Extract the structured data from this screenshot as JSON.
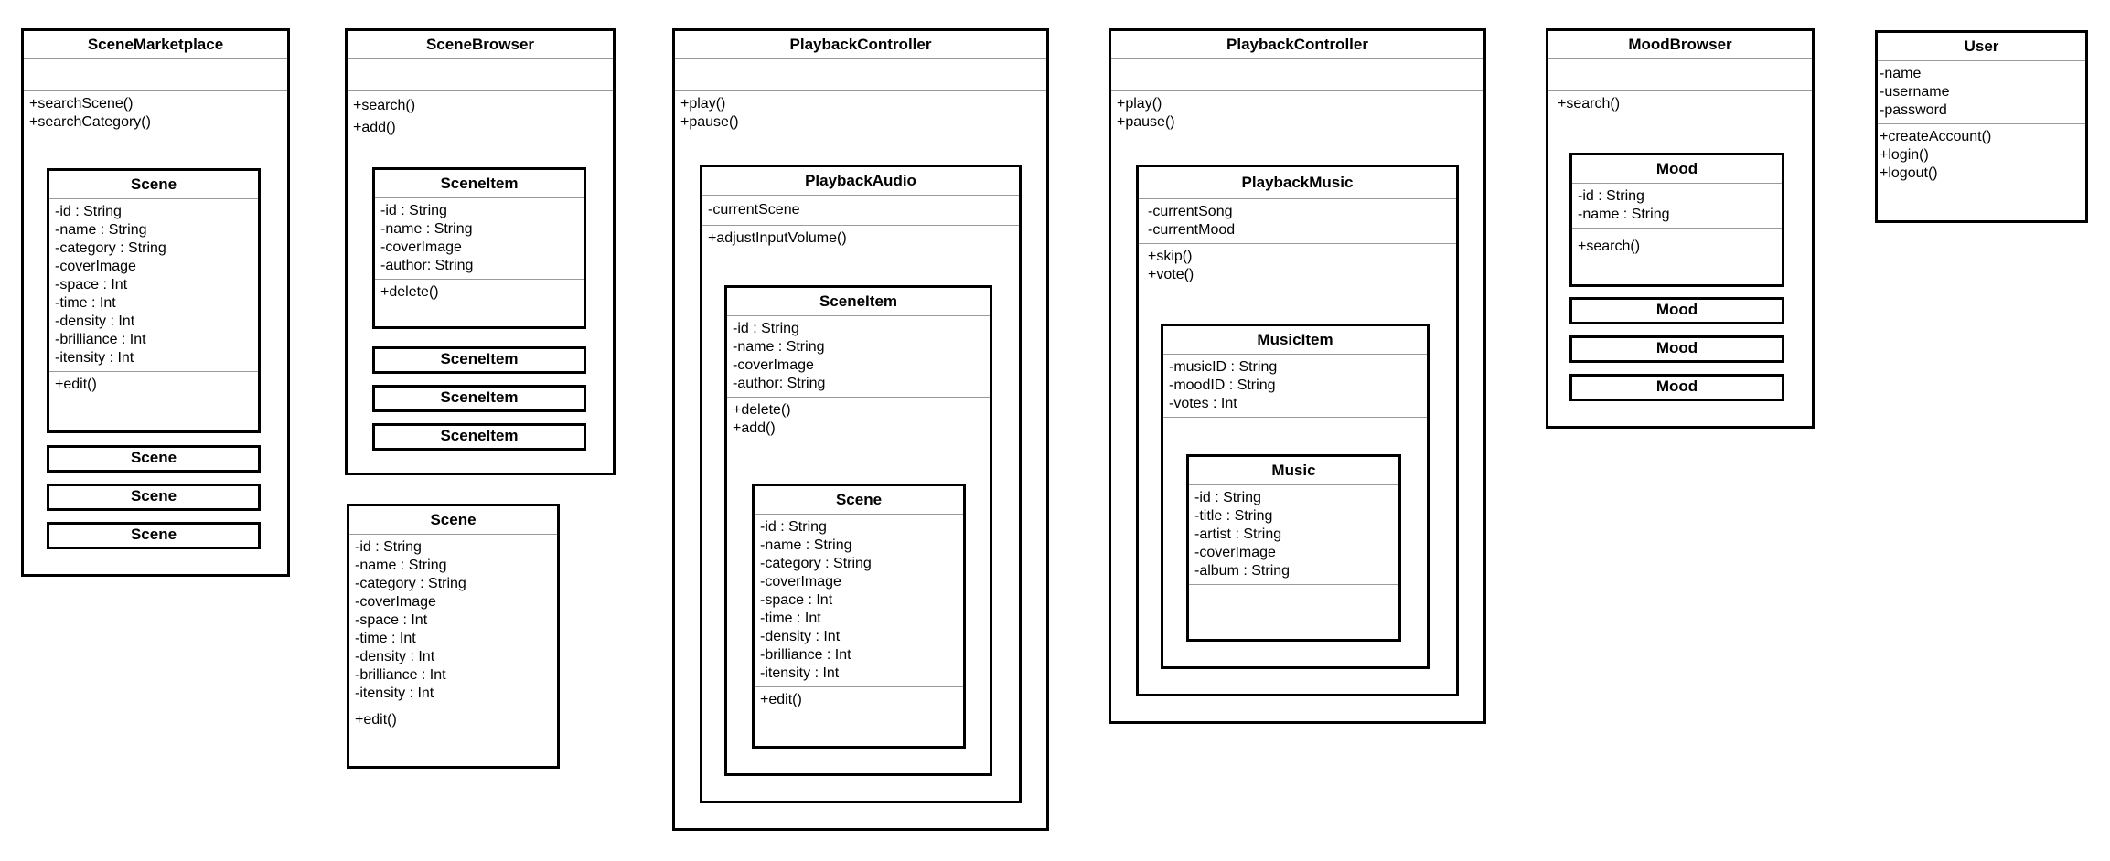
{
  "classes": {
    "scene_marketplace": {
      "title": "SceneMarketplace",
      "methods": [
        "+searchScene()",
        "+searchCategory()"
      ],
      "scene": {
        "title": "Scene",
        "attributes": [
          "-id : String",
          "-name : String",
          "-category : String",
          "-coverImage",
          "-space : Int",
          "-time : Int",
          "-density : Int",
          "-brilliance : Int",
          "-itensity : Int"
        ],
        "methods": [
          "+edit()"
        ]
      },
      "stubs": [
        "Scene",
        "Scene",
        "Scene"
      ]
    },
    "scene_browser": {
      "title": "SceneBrowser",
      "methods": [
        "+search()",
        "+add()"
      ],
      "scene_item": {
        "title": "SceneItem",
        "attributes": [
          "-id : String",
          "-name : String",
          "-coverImage",
          "-author: String"
        ],
        "methods": [
          "+delete()"
        ]
      },
      "stubs": [
        "SceneItem",
        "SceneItem",
        "SceneItem"
      ]
    },
    "scene_standalone": {
      "title": "Scene",
      "attributes": [
        "-id : String",
        "-name : String",
        "-category : String",
        "-coverImage",
        "-space : Int",
        "-time : Int",
        "-density : Int",
        "-brilliance : Int",
        "-itensity : Int"
      ],
      "methods": [
        "+edit()"
      ]
    },
    "playback_controller_audio": {
      "title": "PlaybackController",
      "methods": [
        "+play()",
        "+pause()"
      ],
      "playback_audio": {
        "title": "PlaybackAudio",
        "attributes": [
          "-currentScene"
        ],
        "methods": [
          "+adjustInputVolume()"
        ],
        "scene_item": {
          "title": "SceneItem",
          "attributes": [
            "-id : String",
            "-name : String",
            "-coverImage",
            "-author: String"
          ],
          "methods": [
            "+delete()",
            "+add()"
          ],
          "scene": {
            "title": "Scene",
            "attributes": [
              "-id : String",
              "-name : String",
              "-category : String",
              "-coverImage",
              "-space : Int",
              "-time : Int",
              "-density : Int",
              "-brilliance : Int",
              "-itensity : Int"
            ],
            "methods": [
              "+edit()"
            ]
          }
        }
      }
    },
    "playback_controller_music": {
      "title": "PlaybackController",
      "methods": [
        "+play()",
        "+pause()"
      ],
      "playback_music": {
        "title": "PlaybackMusic",
        "attributes": [
          "-currentSong",
          "-currentMood"
        ],
        "methods": [
          "+skip()",
          "+vote()"
        ],
        "music_item": {
          "title": "MusicItem",
          "attributes": [
            "-musicID : String",
            "-moodID : String",
            "-votes : Int"
          ],
          "music": {
            "title": "Music",
            "attributes": [
              "-id : String",
              "-title : String",
              "-artist : String",
              "-coverImage",
              "-album : String"
            ]
          }
        }
      }
    },
    "mood_browser": {
      "title": "MoodBrowser",
      "methods": [
        "+search()"
      ],
      "mood": {
        "title": "Mood",
        "attributes": [
          "-id : String",
          "-name : String"
        ],
        "methods": [
          "+search()"
        ]
      },
      "stubs": [
        "Mood",
        "Mood",
        "Mood"
      ]
    },
    "user": {
      "title": "User",
      "attributes": [
        "-name",
        "-username",
        "-password"
      ],
      "methods": [
        "+createAccount()",
        "+login()",
        "+logout()"
      ]
    }
  }
}
